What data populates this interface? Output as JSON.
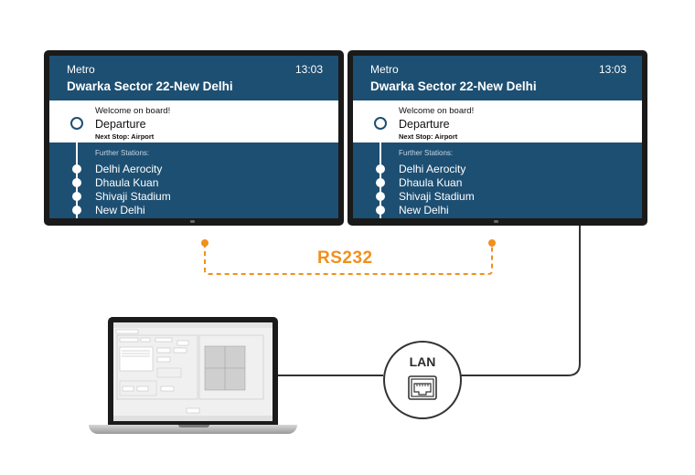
{
  "displays": [
    {
      "line": "Metro",
      "time": "13:03",
      "route": "Dwarka Sector 22-New Delhi",
      "welcome": "Welcome on board!",
      "status": "Departure",
      "next_stop": "Next Stop: Airport",
      "further_label": "Further Stations:",
      "stations": [
        "Delhi Aerocity",
        "Dhaula Kuan",
        "Shivaji Stadium",
        "New Delhi"
      ]
    },
    {
      "line": "Metro",
      "time": "13:03",
      "route": "Dwarka Sector 22-New Delhi",
      "welcome": "Welcome on board!",
      "status": "Departure",
      "next_stop": "Next Stop: Airport",
      "further_label": "Further Stations:",
      "stations": [
        "Delhi Aerocity",
        "Dhaula Kuan",
        "Shivaji Stadium",
        "New Delhi"
      ]
    }
  ],
  "connections": {
    "serial_label": "RS232",
    "network_label": "LAN"
  },
  "colors": {
    "screen_blue": "#1d4f72",
    "rs232_orange": "#f0901e",
    "cable": "#333333"
  }
}
